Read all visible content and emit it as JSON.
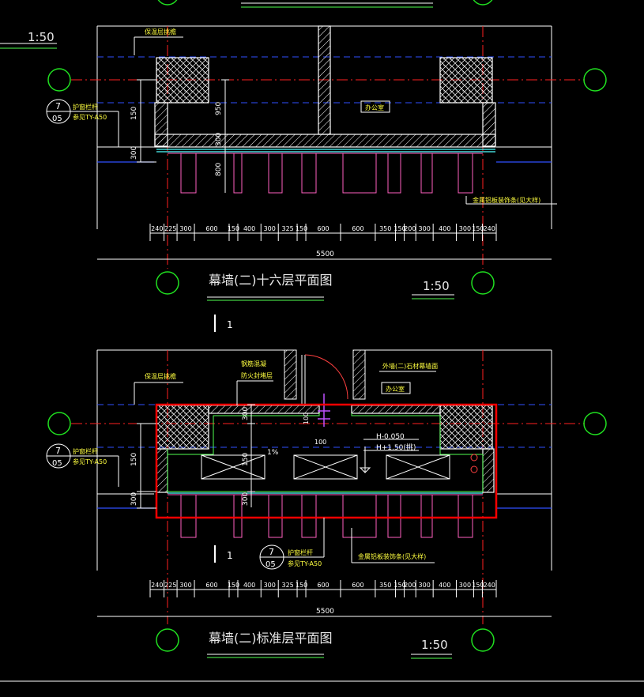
{
  "colors": {
    "background": "#000000",
    "frame": "#ffffff",
    "dimension": "#ffffff",
    "axis": "#ff2020",
    "hidden_line": "#3050ff",
    "grid_bubble": "#20e020",
    "wall": "#ffffff",
    "mullion": "#ff60c0",
    "leader_text": "#ffff40",
    "title_text": "#e8e8e8",
    "highlight": "#ff0000",
    "glazing": "#50ffff"
  },
  "upper_plan": {
    "scale_top": "1:50",
    "title": "幕墙(二)十六层平面图",
    "scale": "1:50",
    "label_top_left": "保温层挑檐",
    "room": "办公室",
    "railing_note": "护窗栏杆",
    "railing_ref": "参见TY-A50",
    "detail_num": "7",
    "detail_sheet": "05",
    "mullion_note": "金属铝板装饰条(见大样)",
    "vdim": [
      "150",
      "300"
    ],
    "inner_dim_950": "950",
    "inner_dim_300": "300",
    "inner_dim_800": "800",
    "dims": [
      "240",
      "225",
      "300",
      "600",
      "150",
      "400",
      "300",
      "325",
      "150",
      "600",
      "600",
      "350",
      "150",
      "200",
      "300",
      "400",
      "300",
      "150",
      "240"
    ],
    "total": "5500"
  },
  "lower_plan": {
    "label_top_left": "保温层挑檐",
    "label_top_mid_1": "钢筋混凝",
    "label_top_mid_2": "防火封堵层",
    "label_top_right": "外墙(二)石材幕墙面",
    "room": "办公室",
    "section_mark": "1",
    "railing_note": "护窗栏杆",
    "railing_ref": "参见TY-A50",
    "detail_num": "7",
    "detail_sheet": "05",
    "railing_note_b": "护窗栏杆",
    "railing_ref_b": "参见TY-A50",
    "detail_num_b": "7",
    "detail_sheet_b": "05",
    "mullion_note": "金属铝板装饰条(见大样)",
    "elev_1": "H-0.050",
    "elev_2": "H+1.50(挑)",
    "slope": "1%",
    "vdim": [
      "150",
      "300"
    ],
    "inner_dims": [
      "300",
      "100",
      "100",
      "150",
      "300"
    ],
    "dims": [
      "240",
      "225",
      "300",
      "600",
      "150",
      "400",
      "300",
      "325",
      "150",
      "600",
      "600",
      "350",
      "150",
      "200",
      "300",
      "400",
      "300",
      "150",
      "240"
    ],
    "total": "5500",
    "title": "幕墙(二)标准层平面图",
    "scale": "1:50"
  }
}
